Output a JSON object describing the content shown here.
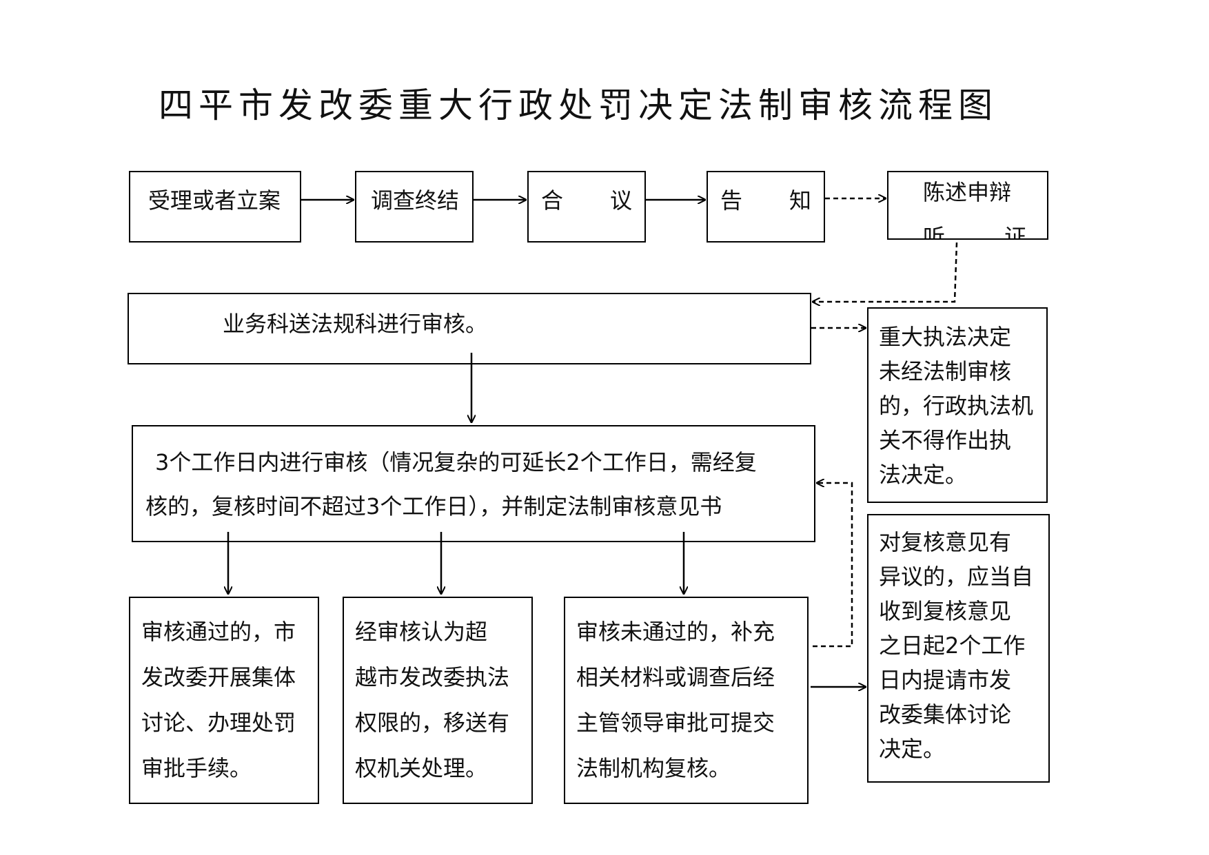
{
  "title": "四平市发改委重大行政处罚决定法制审核流程图",
  "steps": {
    "accept": "受理或者立案",
    "investigate": "调查终结",
    "discuss_a": "合",
    "discuss_b": "议",
    "notify_a": "告",
    "notify_b": "知",
    "statement": "陈述申辩",
    "hearing_a": "听",
    "hearing_b": "证"
  },
  "review_submit": "业务科送法规科进行审核。",
  "review_period": "3个工作日内进行审核（情况复杂的可延长2个工作日，需经复\n核的，复核时间不超过3个工作日），并制定法制审核意见书",
  "outcomes": {
    "passed": " 审核通过的，市\n发改委开展集体\n讨论、办理处罚\n审批手续。",
    "exceeds": " 经审核认为超\n越市发改委执法\n权限的，移送有\n权机关处理。",
    "failed": " 审核未通过的，补充\n相关材料或调查后经\n主管领导审批可提交\n法制机构复核。"
  },
  "notes": {
    "unreviewed": "重大执法决定\n未经法制审核\n的，行政执法机\n关不得作出执\n法决定。",
    "objection": " 对复核意见有\n异议的，应当自\n收到复核意见\n之日起2个工作\n日内提请市发\n改委集体讨论\n决定。"
  }
}
